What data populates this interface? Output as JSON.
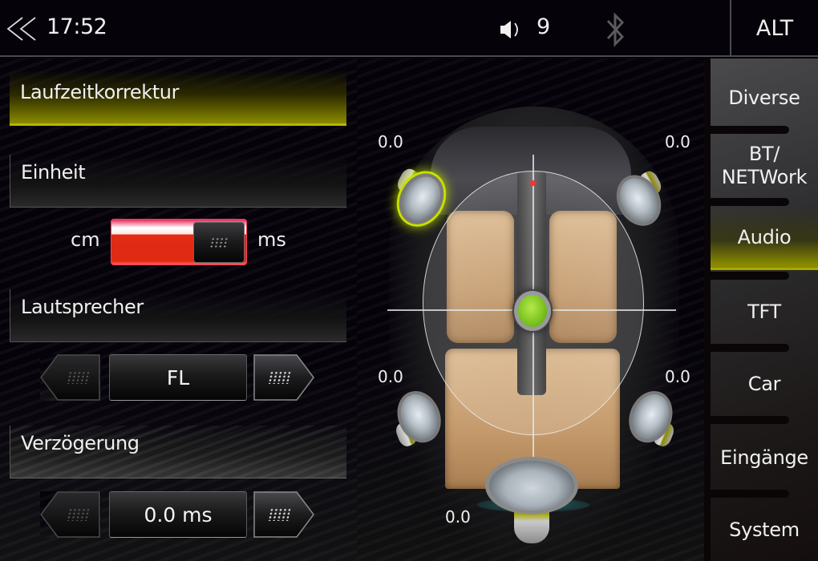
{
  "statusbar": {
    "back_icon": "double-chevron-left-icon",
    "time": "17:52",
    "volume_icon": "speaker-volume-icon",
    "volume": "9",
    "bluetooth_icon": "bluetooth-icon",
    "bluetooth_state": "disconnected",
    "alt_label": "ALT"
  },
  "left_panel": {
    "title": "Laufzeitkorrektur",
    "unit": {
      "label": "Einheit",
      "option_left": "cm",
      "option_right": "ms",
      "selected": "ms",
      "toggle_color": "#e22a14"
    },
    "speaker": {
      "label": "Lautsprecher",
      "value": "FL",
      "prev_icon": "arrow-left-icon",
      "next_icon": "arrow-right-icon"
    },
    "delay": {
      "label": "Verzögerung",
      "value": "0.0 ms",
      "prev_icon": "arrow-left-icon",
      "next_icon": "arrow-right-icon"
    }
  },
  "car_diagram": {
    "speakers": [
      {
        "id": "FL",
        "value": "0.0",
        "selected": true
      },
      {
        "id": "FR",
        "value": "0.0",
        "selected": false
      },
      {
        "id": "RL",
        "value": "0.0",
        "selected": false
      },
      {
        "id": "RR",
        "value": "0.0",
        "selected": false
      },
      {
        "id": "SUB",
        "value": "0.0",
        "selected": false
      }
    ],
    "listener_color": "#78c21e",
    "highlight_color": "#c8e000"
  },
  "nav": {
    "items": [
      {
        "label": "Diverse",
        "active": false
      },
      {
        "label": "BT/\nNETWork",
        "active": false
      },
      {
        "label": "Audio",
        "active": true
      },
      {
        "label": "TFT",
        "active": false
      },
      {
        "label": "Car",
        "active": false
      },
      {
        "label": "Eingänge",
        "active": false
      },
      {
        "label": "System",
        "active": false
      }
    ],
    "accent_color": "#a8a800"
  }
}
